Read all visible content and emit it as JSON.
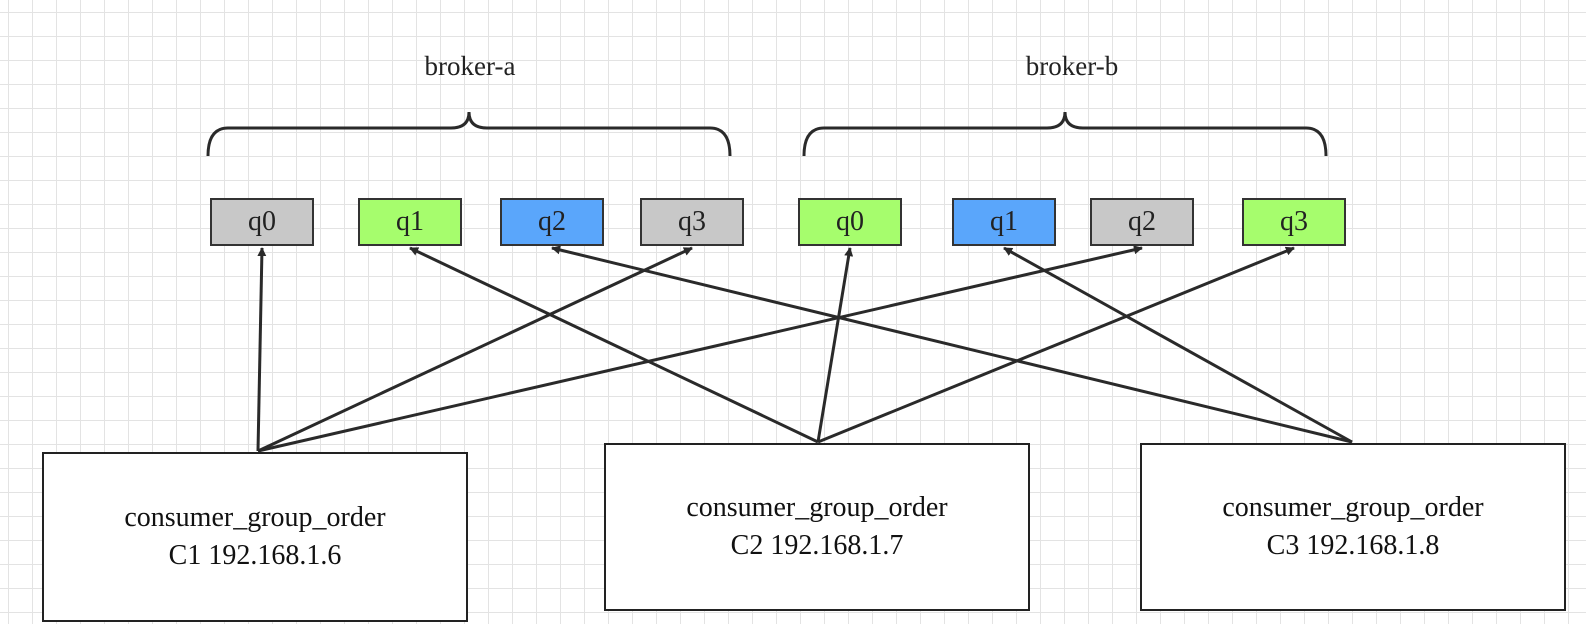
{
  "brokers": [
    {
      "id": "broker-a",
      "label": "broker-a"
    },
    {
      "id": "broker-b",
      "label": "broker-b"
    }
  ],
  "queues": [
    {
      "id": "a-q0",
      "broker": "broker-a",
      "label": "q0",
      "fill": "#c8c8c8"
    },
    {
      "id": "a-q1",
      "broker": "broker-a",
      "label": "q1",
      "fill": "#a6fd6d"
    },
    {
      "id": "a-q2",
      "broker": "broker-a",
      "label": "q2",
      "fill": "#5aa6fb"
    },
    {
      "id": "a-q3",
      "broker": "broker-a",
      "label": "q3",
      "fill": "#c8c8c8"
    },
    {
      "id": "b-q0",
      "broker": "broker-b",
      "label": "q0",
      "fill": "#a6fd6d"
    },
    {
      "id": "b-q1",
      "broker": "broker-b",
      "label": "q1",
      "fill": "#5aa6fb"
    },
    {
      "id": "b-q2",
      "broker": "broker-b",
      "label": "q2",
      "fill": "#c8c8c8"
    },
    {
      "id": "b-q3",
      "broker": "broker-b",
      "label": "q3",
      "fill": "#a6fd6d"
    }
  ],
  "consumers": [
    {
      "id": "c1",
      "group": "consumer_group_order",
      "name": "C1 192.168.1.6"
    },
    {
      "id": "c2",
      "group": "consumer_group_order",
      "name": "C2 192.168.1.7"
    },
    {
      "id": "c3",
      "group": "consumer_group_order",
      "name": "C3 192.168.1.8"
    }
  ],
  "assignments": [
    {
      "consumer": "c1",
      "queue": "a-q0"
    },
    {
      "consumer": "c1",
      "queue": "a-q3"
    },
    {
      "consumer": "c1",
      "queue": "b-q2"
    },
    {
      "consumer": "c2",
      "queue": "a-q1"
    },
    {
      "consumer": "c2",
      "queue": "b-q0"
    },
    {
      "consumer": "c2",
      "queue": "b-q3"
    },
    {
      "consumer": "c3",
      "queue": "a-q2"
    },
    {
      "consumer": "c3",
      "queue": "b-q1"
    }
  ],
  "colors": {
    "gray": "#c8c8c8",
    "green": "#a6fd6d",
    "blue": "#5aa6fb",
    "line": "#2a2a2a",
    "grid": "#e3e3e3"
  }
}
